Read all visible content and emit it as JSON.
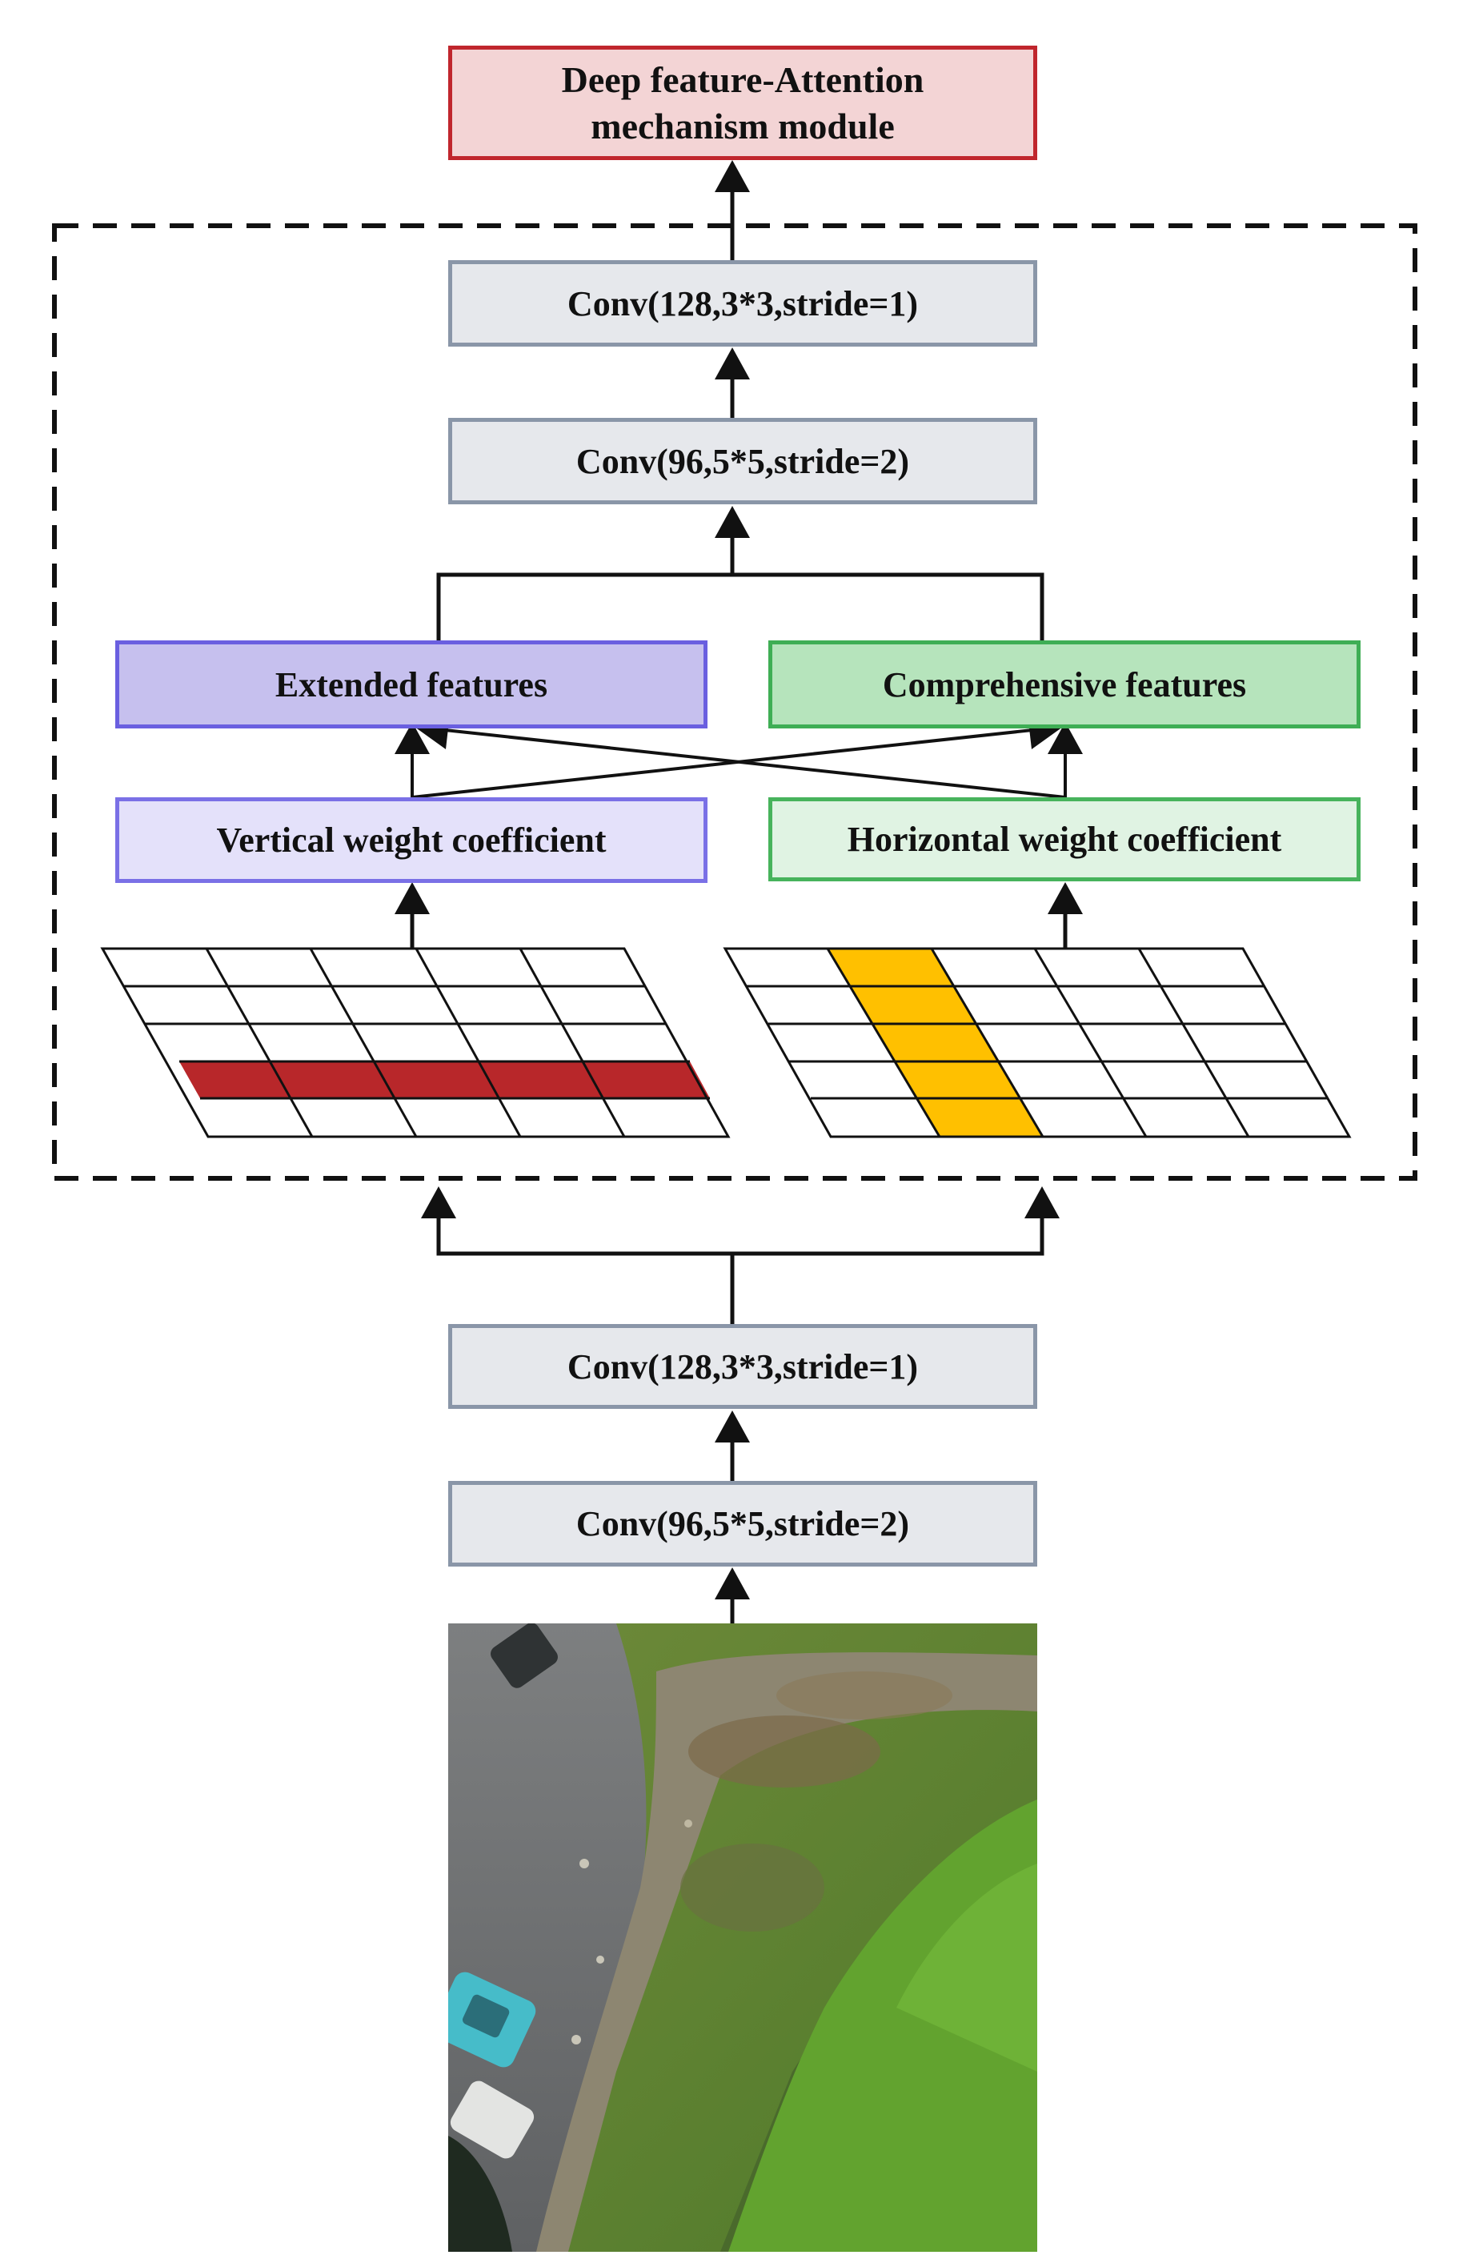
{
  "top_module": {
    "line1": "Deep feature-Attention",
    "line2": "mechanism module"
  },
  "inner_block": {
    "conv_top": "Conv(128,3*3,stride=1)",
    "conv_second": "Conv(96,5*5,stride=2)",
    "extended_features": "Extended features",
    "comprehensive_features": "Comprehensive features",
    "vertical_weight": "Vertical weight coefficient",
    "horizontal_weight": "Horizontal weight coefficient"
  },
  "backbone": {
    "conv_upper": "Conv(128,3*3,stride=1)",
    "conv_lower": "Conv(96,5*5,stride=2)"
  },
  "colors": {
    "red_row": "#b8272a",
    "yellow_column": "#ffc000"
  }
}
